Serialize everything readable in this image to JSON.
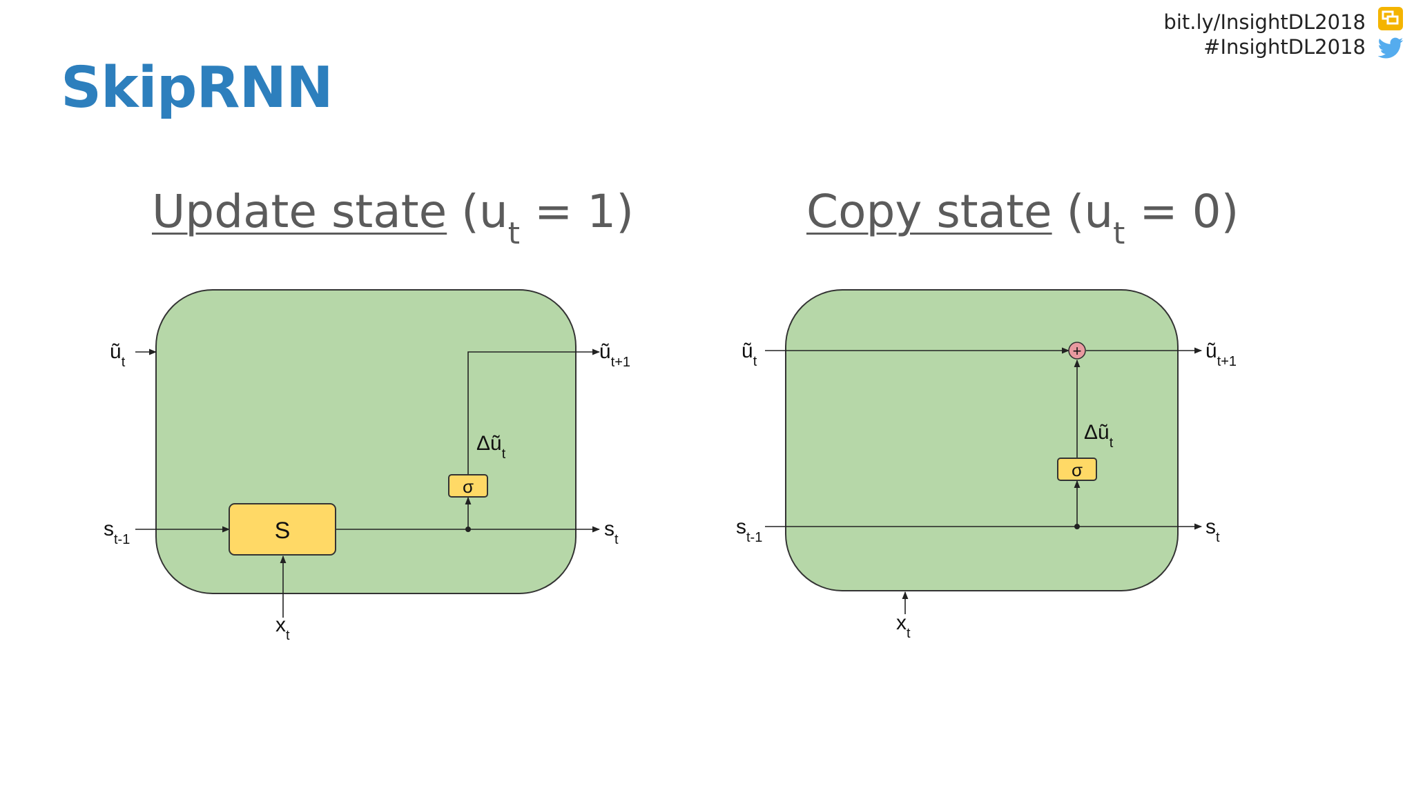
{
  "slide_title": "SkipRNN",
  "links": {
    "short_url": "bit.ly/InsightDL2018",
    "hashtag": "#InsightDL2018"
  },
  "icons": {
    "slides": "slides-icon",
    "twitter": "twitter-bird-icon"
  },
  "colors": {
    "title_blue": "#2d7fbd",
    "cell_green": "#b6d7a8",
    "block_yellow": "#ffd966",
    "adder_red": "#e99aa0"
  },
  "panels": {
    "update": {
      "title_text": "Update state",
      "title_open": " (u",
      "title_sub": "t",
      "title_close": " = 1)",
      "in_u": "ũ",
      "in_u_sub": "t",
      "in_s": "s",
      "in_s_sub": "t-1",
      "in_x": "x",
      "in_x_sub": "t",
      "out_u": "ũ",
      "out_u_sub": "t+1",
      "out_s": "s",
      "out_s_sub": "t",
      "delta": "Δũ",
      "delta_sub": "t",
      "state_block": "S",
      "sigma": "σ"
    },
    "copy": {
      "title_text": "Copy state",
      "title_open": " (u",
      "title_sub": "t",
      "title_close": " = 0)",
      "in_u": "ũ",
      "in_u_sub": "t",
      "in_s": "s",
      "in_s_sub": "t-1",
      "in_x": "x",
      "in_x_sub": "t",
      "out_u": "ũ",
      "out_u_sub": "t+1",
      "out_s": "s",
      "out_s_sub": "t",
      "delta": "Δũ",
      "delta_sub": "t",
      "sigma": "σ",
      "adder": "+"
    }
  }
}
